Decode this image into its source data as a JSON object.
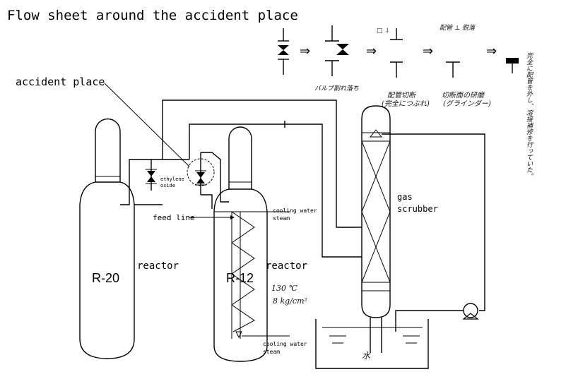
{
  "title": "Flow sheet around the accident place",
  "labels": {
    "accident_place": "accident place",
    "ethylene_oxide_1": "ethylene",
    "ethylene_oxide_2": "oxide",
    "feed_line": "feed line",
    "cooling_top_1": "cooling water",
    "cooling_top_2": "steam",
    "cooling_bottom_1": "cooling water",
    "cooling_bottom_2": "steam",
    "reactor_left": "reactor",
    "reactor_right": "reactor",
    "gas_scrubber_1": "gas",
    "gas_scrubber_2": "scrubber"
  },
  "vessels": {
    "r20": "R-20",
    "r12": "R-12"
  },
  "conditions": {
    "temp": "130 ℃",
    "pressure": "8 kg/cm²"
  },
  "tank_label": "水",
  "valve_sequence": {
    "arrow": "⇒",
    "step1_top": "",
    "step2_caption": "バルブ割れ落ち",
    "step3_top": "□ ↓",
    "step3_caption_1": "配管切断",
    "step3_caption_2": "(完全につぶれ)",
    "step4_top": "配管 ⊥ 脱落",
    "step4_caption_1": "切断面の研磨",
    "step4_caption_2": "(グラインダー)",
    "step5_note": "完全に配管を外し、溶接補修を行っていた。"
  }
}
